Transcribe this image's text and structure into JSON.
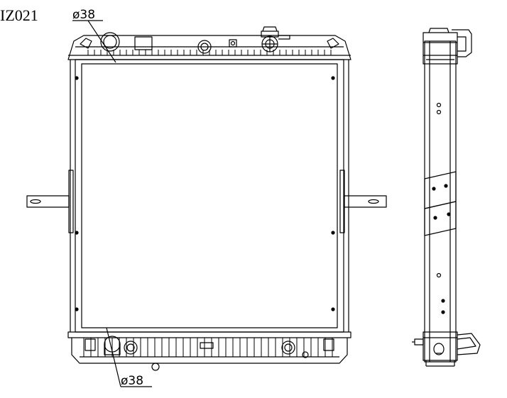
{
  "drawing": {
    "part_code": "IZ021",
    "top_pipe_label": "ø38",
    "bottom_pipe_label": "ø38"
  }
}
